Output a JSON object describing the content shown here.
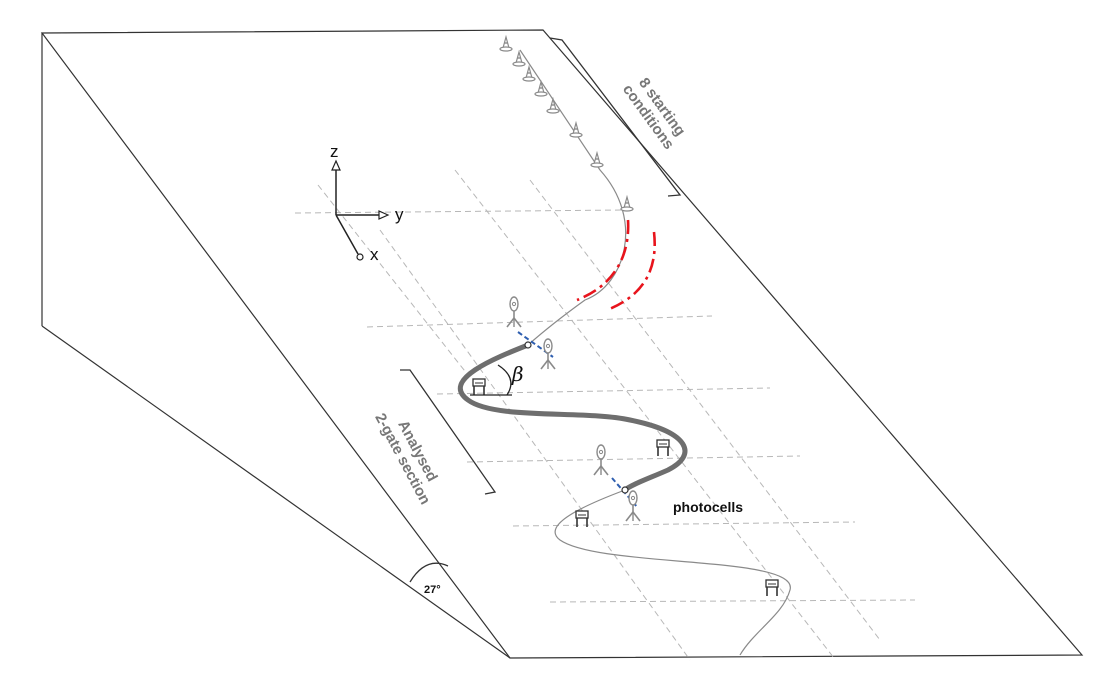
{
  "axes": {
    "z": "z",
    "y": "y",
    "x": "x"
  },
  "labels": {
    "starting_line1": "8 starting",
    "starting_line2": "conditions",
    "section_line1": "Analysed",
    "section_line2": "2-gate section",
    "photocells": "photocells",
    "slope_angle": "27°",
    "beta": "β"
  },
  "colors": {
    "frame": "#333333",
    "grid": "#b7b7b7",
    "trajectory": "#777777",
    "entry_lines": "#e8141c",
    "photocell_beam": "#2f5fb0",
    "equipment": "#8a8a8a",
    "label_gray": "#777777"
  }
}
